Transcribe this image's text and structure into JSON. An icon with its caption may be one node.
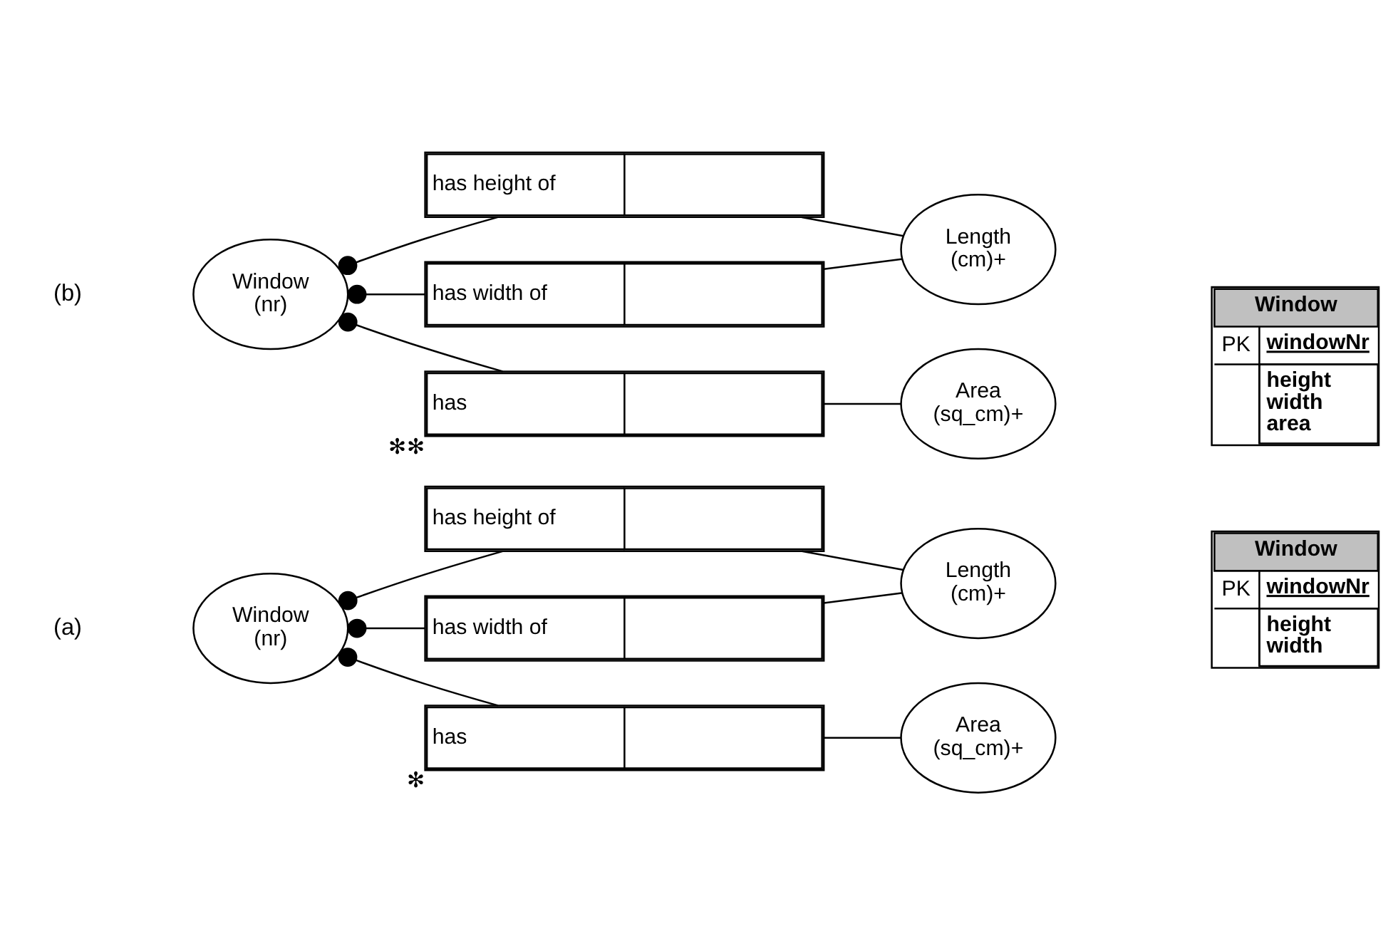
{
  "diagram": {
    "nodes": [
      {
        "text": [
          "Window (nr)"
        ]
      },
      {
        "text": [
          "has height of"
        ]
      },
      {
        "text": [
          "has width of"
        ]
      },
      {
        "text": [
          "has"
        ],
        "beside": [
          "✻"
        ]
      },
      {
        "text": [
          "Length (cm)+"
        ]
      },
      {
        "text": [
          "Area (sq_cm)+"
        ]
      },
      {
        "text": [
          "Window",
          "PK",
          "windowNr",
          "height",
          "width"
        ]
      },
      {
        "text": [
          "Window (nr)"
        ]
      },
      {
        "text": [
          "has height of"
        ]
      },
      {
        "text": [
          "has width of"
        ]
      },
      {
        "text": [
          "has"
        ],
        "beside": [
          "✻✻"
        ]
      },
      {
        "text": [
          "Length (cm)+"
        ]
      },
      {
        "text": [
          "Area (sq_cm)+"
        ]
      },
      {
        "text": [
          "Window",
          "PK",
          "windowNr",
          "height",
          "width",
          "area"
        ]
      }
    ],
    "edges": [
      {
        "from": 0,
        "to": 1,
        "arrow": "other"
      },
      {
        "from": 0,
        "to": 2,
        "arrow": "other"
      },
      {
        "from": 0,
        "to": 3,
        "arrow": "other"
      },
      {
        "from": 1,
        "to": 4,
        "arrow": "none"
      },
      {
        "from": 2,
        "to": 4,
        "arrow": "none"
      },
      {
        "from": 3,
        "to": 5,
        "arrow": "none"
      },
      {
        "from": 7,
        "to": 8,
        "arrow": "other"
      },
      {
        "from": 7,
        "to": 9,
        "arrow": "other"
      },
      {
        "from": 7,
        "to": 10,
        "arrow": "other"
      },
      {
        "from": 8,
        "to": 11,
        "arrow": "none"
      },
      {
        "from": 9,
        "to": 11,
        "arrow": "none"
      },
      {
        "from": 10,
        "to": 12,
        "arrow": "none"
      }
    ],
    "labels": [
      "(a)",
      "(b)"
    ]
  }
}
